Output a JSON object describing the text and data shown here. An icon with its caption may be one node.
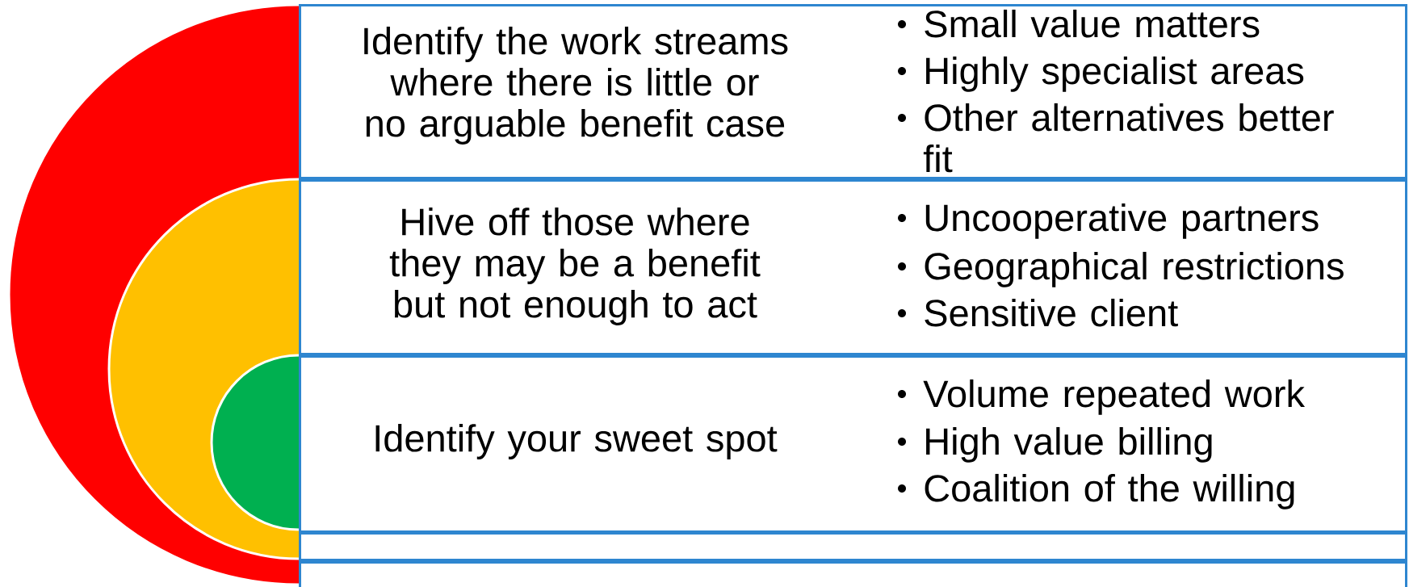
{
  "diagram": {
    "nodes": [
      {
        "text": [
          "Identify the work streams where there is little or no arguable benefit case",
          "Small value matters",
          "Highly specialist areas",
          "Other alternatives better fit"
        ]
      },
      {
        "text": [
          "Hive off those where they may be a benefit but not enough to act",
          "Uncooperative partners",
          "Geographical restrictions",
          "Sensitive client"
        ]
      },
      {
        "text": [
          "Identify your sweet spot",
          "Volume repeated work",
          "High value billing",
          "Coalition of the willing"
        ]
      },
      {
        "text": [],
        "shape": "box"
      },
      {
        "text": [],
        "shape": "box"
      }
    ]
  }
}
